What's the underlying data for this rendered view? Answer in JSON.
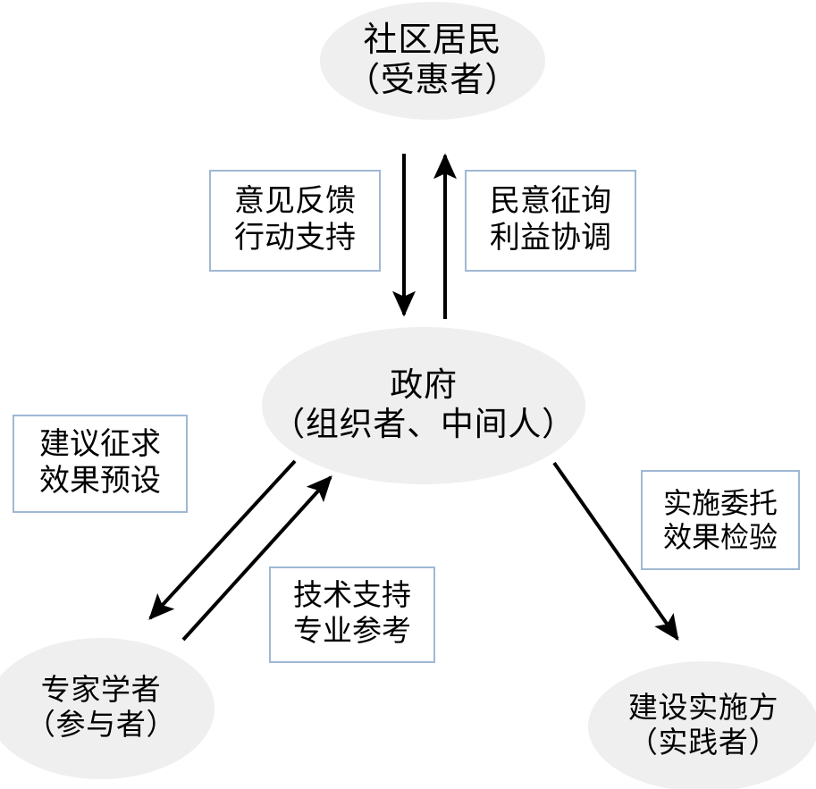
{
  "diagram": {
    "type": "stakeholder-relationship-diagram",
    "background_color": "#FFFFFF",
    "node_fill_color": "#EFEFEF",
    "label_border_color": "#9FB8D4",
    "text_color": "#000000",
    "arrow_color": "#000000"
  },
  "nodes": {
    "residents": {
      "line1": "社区居民",
      "line2": "（受惠者）"
    },
    "government": {
      "line1": "政府",
      "line2": "（组织者、中间人）"
    },
    "experts": {
      "line1": "专家学者",
      "line2": "（参与者）"
    },
    "builders": {
      "line1": "建设实施方",
      "line2": "（实践者）"
    }
  },
  "labels": {
    "feedback": {
      "line1": "意见反馈",
      "line2": "行动支持"
    },
    "consult": {
      "line1": "民意征询",
      "line2": "利益协调"
    },
    "advice": {
      "line1": "建议征求",
      "line2": "效果预设"
    },
    "commission": {
      "line1": "实施委托",
      "line2": "效果检验"
    },
    "tech": {
      "line1": "技术支持",
      "line2": "专业参考"
    }
  },
  "edges": [
    {
      "name": "residents-to-government",
      "from": "residents",
      "to": "government",
      "label": "feedback",
      "direction": "down"
    },
    {
      "name": "government-to-residents",
      "from": "government",
      "to": "residents",
      "label": "consult",
      "direction": "up"
    },
    {
      "name": "government-to-experts",
      "from": "government",
      "to": "experts",
      "label": "advice",
      "direction": "down-left"
    },
    {
      "name": "experts-to-government",
      "from": "experts",
      "to": "government",
      "label": "tech",
      "direction": "up-right"
    },
    {
      "name": "government-to-builders",
      "from": "government",
      "to": "builders",
      "label": "commission",
      "direction": "down-right"
    }
  ]
}
